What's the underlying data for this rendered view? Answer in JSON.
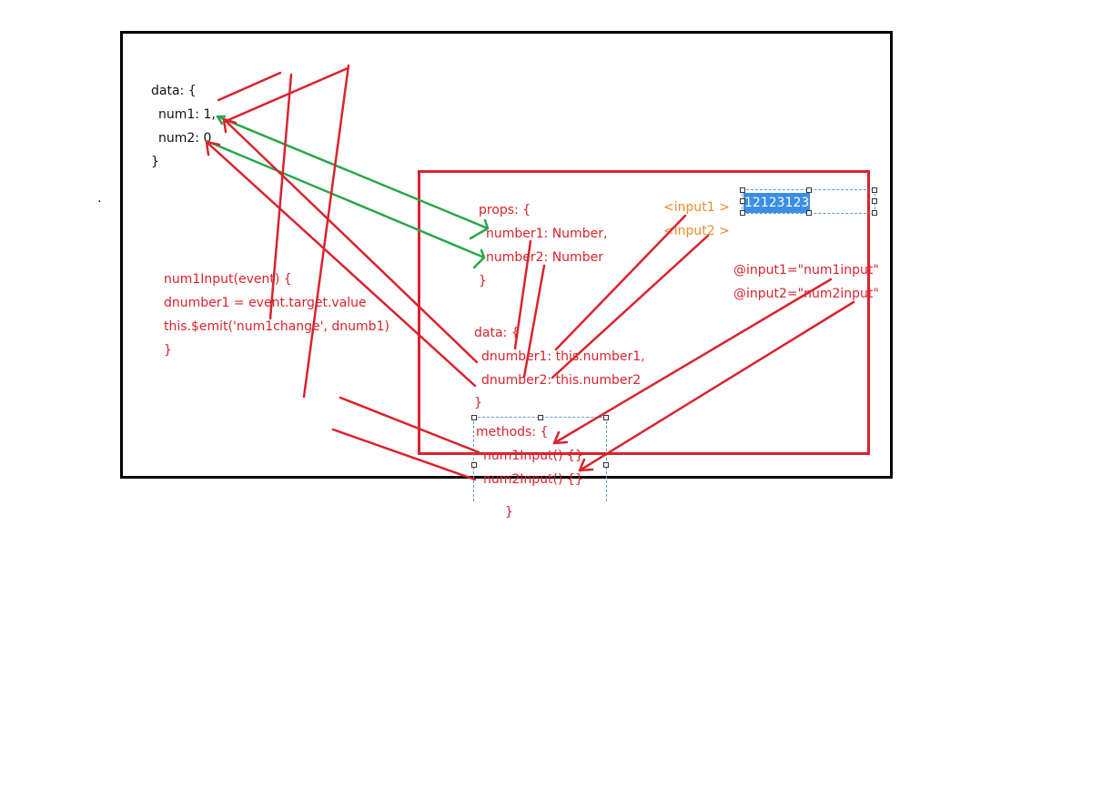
{
  "global_data": {
    "line1": "data: {",
    "line2": "num1: 1,",
    "line3": "num2: 0",
    "line4": "}"
  },
  "method_snippet": {
    "line1": "num1Input(event) {",
    "line2": "dnumber1 = event.target.value",
    "line3": "this.$emit('num1change', dnumb1)",
    "line4": "}"
  },
  "props_block": {
    "line1": "props: {",
    "line2": "number1: Number,",
    "line3": "number2: Number",
    "line4": "}"
  },
  "child_data": {
    "line1": "data: {",
    "line2": "dnumber1: this.number1,",
    "line3": "dnumber2: this.number2",
    "line4": "}"
  },
  "methods_block": {
    "line1": "methods: {",
    "line2": "num1Input() {}",
    "line3": "num2Input() {}",
    "line4": "}"
  },
  "inputs": {
    "input1": "<input1 >",
    "input2": "<input2 >"
  },
  "selected_text": "12123123",
  "events": {
    "line1": "@input1=\"num1input\"",
    "line2": "@input2=\"num2input\""
  },
  "stray_dot": ".",
  "colors": {
    "red": "#d9232e",
    "green": "#2aa64a",
    "orange": "#ea8a2f",
    "black": "#111111",
    "selection": "#3a8ee6"
  }
}
